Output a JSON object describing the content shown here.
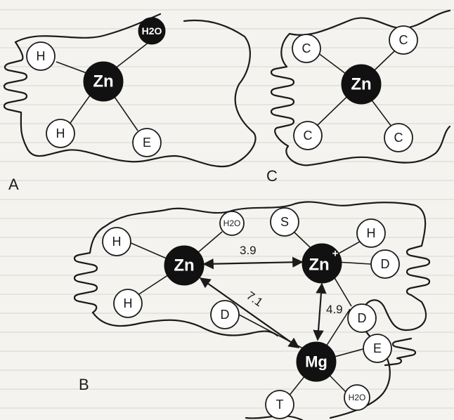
{
  "panels": {
    "A": {
      "label": "A",
      "metal": "Zn",
      "ligands": [
        "H",
        "H",
        "E",
        "H2O"
      ]
    },
    "C": {
      "label": "C",
      "metal": "Zn",
      "ligands": [
        "C",
        "C",
        "C",
        "C"
      ]
    },
    "B": {
      "label": "B",
      "metals": {
        "zn1": "Zn",
        "zn2": "Zn",
        "zn2_sup": "+",
        "mg": "Mg"
      },
      "ligands": {
        "zn1": [
          "H",
          "H",
          "H2O"
        ],
        "zn2": [
          "H",
          "D",
          "D"
        ],
        "bridge": [
          "S",
          "D"
        ],
        "mg": [
          "E",
          "T",
          "H2O"
        ]
      },
      "distances": {
        "zn1_zn2": "3.9",
        "zn2_mg": "4.9",
        "zn1_mg": "7.1"
      }
    }
  },
  "colors": {
    "ink": "#1b1b1b",
    "metal_fill": "#111111",
    "paper": "#f4f3ef"
  }
}
